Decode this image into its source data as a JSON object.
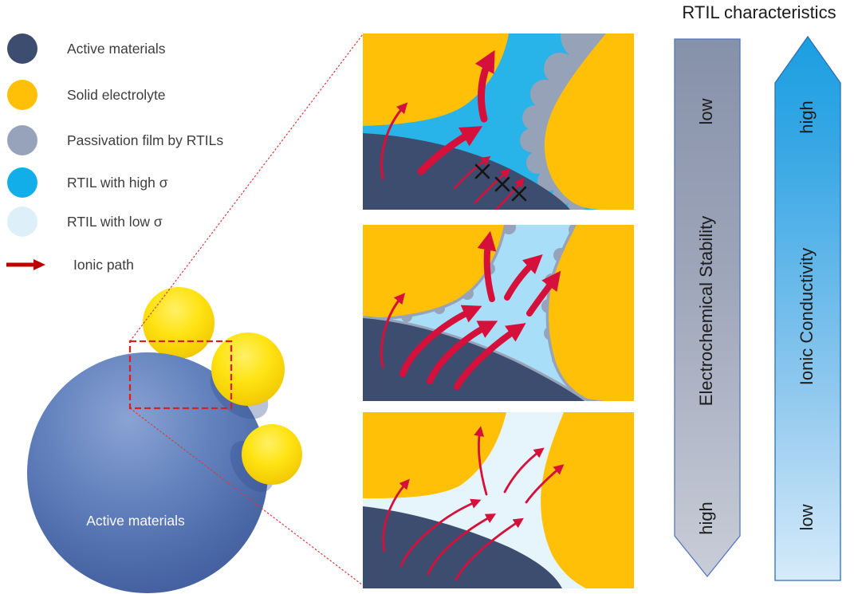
{
  "title": "RTIL characteristics",
  "legend": {
    "items": [
      {
        "label": "Active materials",
        "color": "#3D4D6F"
      },
      {
        "label": "Solid electrolyte",
        "color": "#FFC007"
      },
      {
        "label": "Passivation film by RTILs",
        "color": "#97A3BA"
      },
      {
        "label": "RTIL with high σ",
        "color": "#12AEE9"
      },
      {
        "label": "RTIL with low σ",
        "color": "#DDF0FA"
      },
      {
        "label": "Ionic path",
        "color": "#BF0000"
      }
    ]
  },
  "overview": {
    "sphere_label": "Active materials"
  },
  "axes": {
    "stability": {
      "name": "Electrochemical Stability",
      "top": "low",
      "bottom": "high",
      "arrow_direction": "down"
    },
    "conductivity": {
      "name": "Ionic Conductivity",
      "top": "high",
      "bottom": "low",
      "arrow_direction": "up"
    }
  },
  "colors": {
    "active_material_navy": "#3D4D6F",
    "solid_electrolyte_orange": "#FFC007",
    "passivation_film_gray": "#97A3BA",
    "rtil_high_sigma_bg": "#29B4E9",
    "rtil_medium_bg": "#A9DEF8",
    "rtil_low_sigma_bg": "#E6F4FB",
    "ionic_path_red": "#D5103A",
    "legend_arrow_red": "#BF0000",
    "connector_red": "#D92121",
    "stability_arrow_gradient": [
      "#8691AA",
      "#C9CDD8"
    ],
    "conductivity_arrow_gradient": [
      "#1A9FE1",
      "#D6EBFA"
    ],
    "sphere_blue_gradient": [
      "#8AA3D3",
      "#3E5898"
    ],
    "yellow_particle": "#FFE312"
  }
}
